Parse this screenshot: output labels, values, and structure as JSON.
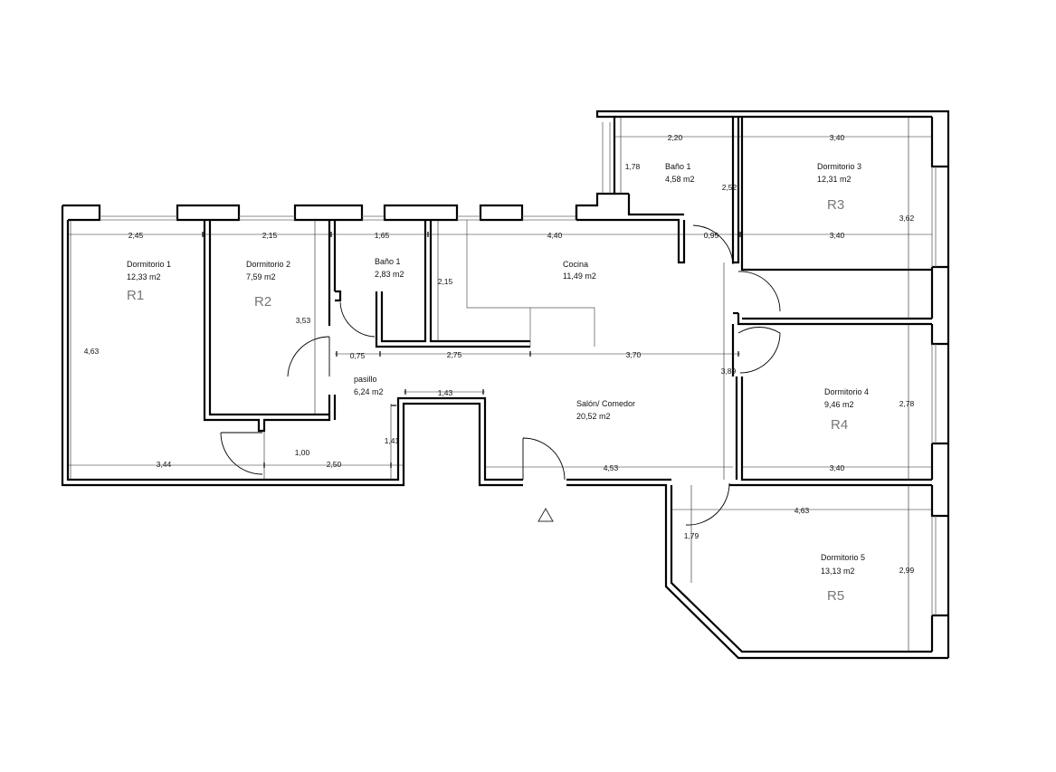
{
  "rooms": [
    {
      "key": "d1",
      "name": "Dormitorio 1",
      "area": "12,33 m2",
      "id": "R1"
    },
    {
      "key": "d2",
      "name": "Dormitorio 2",
      "area": "7,59 m2",
      "id": "R2"
    },
    {
      "key": "b1",
      "name": "Baño 1",
      "area": "2,83 m2"
    },
    {
      "key": "cocina",
      "name": "Cocina",
      "area": "11,49 m2"
    },
    {
      "key": "b2",
      "name": "Baño 1",
      "area": "4,58 m2"
    },
    {
      "key": "d3",
      "name": "Dormitorio 3",
      "area": "12,31 m2",
      "id": "R3"
    },
    {
      "key": "pasillo",
      "name": "pasillo",
      "area": "6,24 m2"
    },
    {
      "key": "salon",
      "name": "Salón/ Comedor",
      "area": "20,52 m2"
    },
    {
      "key": "d4",
      "name": "Dormitorio 4",
      "area": "9,46 m2",
      "id": "R4"
    },
    {
      "key": "d5",
      "name": "Dormitorio 5",
      "area": "13,13 m2",
      "id": "R5"
    }
  ],
  "dimensions": {
    "d1_width": "2,45",
    "d2_width": "2,15",
    "b1_width": "1,65",
    "cocina_width": "4,40",
    "cocina_gap": "0,95",
    "d3_width_mid": "3,40",
    "d3_width_top": "3,40",
    "b2_width": "2,20",
    "b2_depth_left": "1,78",
    "b2_depth_right": "2,52",
    "d3_depth": "3,62",
    "d1_depth": "4,63",
    "d2_depth": "3,53",
    "cocina_depth": "2,15",
    "hall_a": "0,75",
    "hall_b": "2,75",
    "hall_c": "3,70",
    "salon_depth": "3,89",
    "entry_width": "1,43",
    "entry_depth": "1,41",
    "corridor_width": "1,00",
    "d1_bottom": "3,44",
    "corridor_bottom": "2,50",
    "salon_bottom": "4,53",
    "d4_width": "3,40",
    "d4_depth": "2,78",
    "d5_width": "4,63",
    "d5_small": "1,79",
    "d5_depth": "2,99"
  }
}
